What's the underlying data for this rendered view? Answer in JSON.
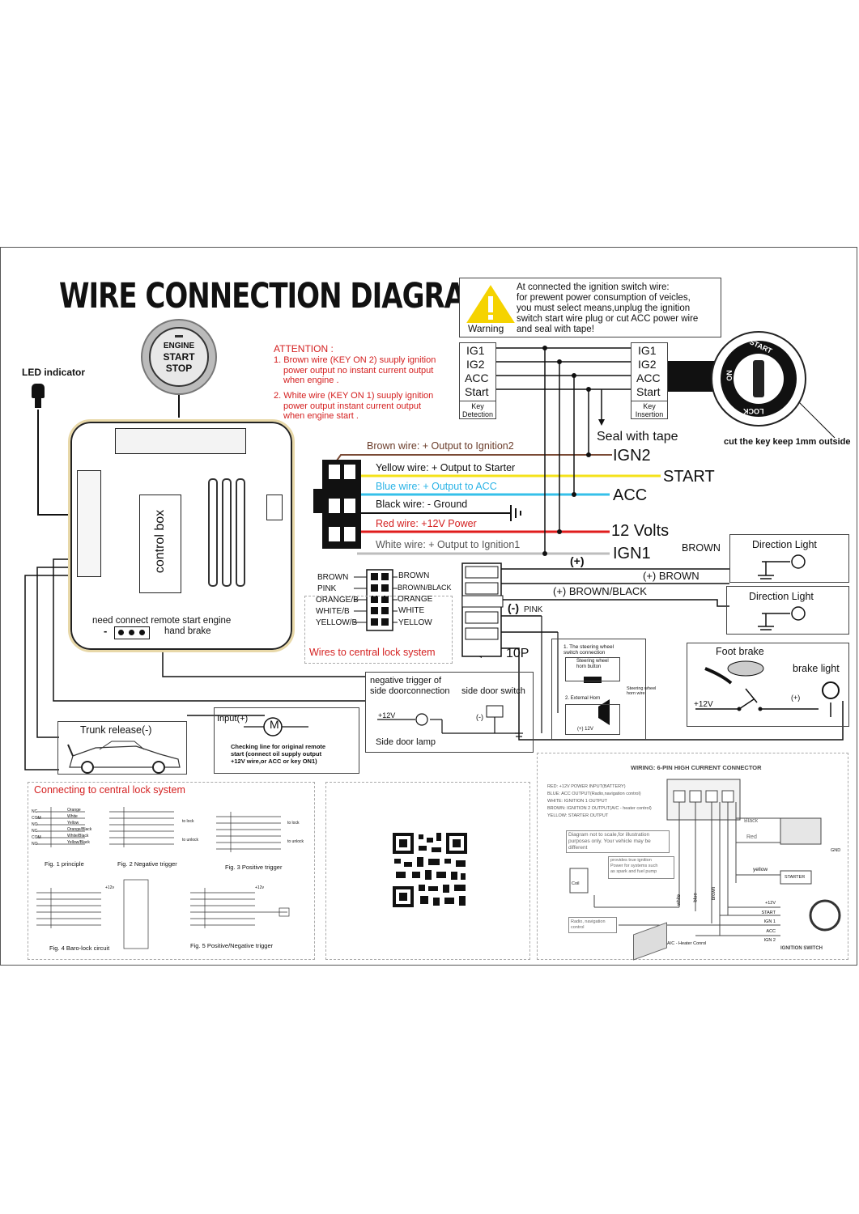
{
  "title": "WIRE CONNECTION DIAGRAM",
  "warning": {
    "label": "Warning",
    "lines": [
      "At connected the ignition switch wire:",
      "for prewent power consumption of veicles,",
      "you must select means,unplug the ignition",
      "switch start wire plug or cut ACC power wire",
      "and seal with tape!"
    ]
  },
  "button": {
    "l1": "ENGINE",
    "l2": "START",
    "l3": "STOP"
  },
  "led_indicator": "LED indicator",
  "attention": {
    "head": "ATTENTION :",
    "p1": [
      "1. Brown wire (KEY  ON 2) suuply ignition",
      "power output no instant current output",
      "when engine ."
    ],
    "p2": [
      "2. White wire (KEY  ON 1) suuply ignition",
      "power output  instant current output",
      "when engine start ."
    ]
  },
  "key_detection": {
    "rows": [
      "IG1",
      "IG2",
      "ACC",
      "Start"
    ],
    "caption": "Key Detection"
  },
  "key_insertion": {
    "rows": [
      "IG1",
      "IG2",
      "ACC",
      "Start"
    ],
    "caption": "Key Insertion"
  },
  "seal_with_tape": "Seal with tape",
  "cut_key": "cut the key keep 1mm outside",
  "lock": {
    "start": "START",
    "on": "ON",
    "lock": "LOCK"
  },
  "control_box": {
    "label": "control box",
    "remote": "need connect remote start engine",
    "hand_brake": "hand brake",
    "minus": "-"
  },
  "harness": {
    "brown": "Brown wire: + Output to Ignition2",
    "yellow": "Yellow wire: + Output to Starter",
    "blue": "Blue wire: + Output to ACC",
    "black": "Black wire: - Ground",
    "red": "Red wire: +12V Power",
    "white": "White wire: + Output to Ignition1"
  },
  "terminals": {
    "ign2": "IGN2",
    "start": "START",
    "acc": "ACC",
    "v12": "12 Volts",
    "ign1": "IGN1"
  },
  "lock_connector": {
    "left": [
      "BROWN",
      "PINK",
      "ORANGE/B",
      "WHITE/B",
      "YELLOW/B"
    ],
    "right": [
      "BROWN",
      "BROWN/BLACK",
      "ORANGE",
      "WHITE",
      "YELLOW"
    ],
    "caption": "Wires to central lock system"
  },
  "ten_p": "10P",
  "direction": {
    "plus": "(+)",
    "brown": "BROWN",
    "plus_brown": "(+)  BROWN",
    "plus_brown_black": "(+) BROWN/BLACK",
    "minus_pink_sign": "(-)",
    "pink": "PINK",
    "light1": "Direction Light",
    "light2": "Direction Light"
  },
  "foot_brake": {
    "title": "Foot brake",
    "brake_light": "brake light",
    "v": "+12V",
    "plus": "(+)"
  },
  "horn": {
    "t1": "1. The steering wheel",
    "t2": "switch connection",
    "sw": "Steering wheel",
    "hb": "horn button",
    "swhw": "Steering wheel",
    "hw": "horn wire",
    "t3": "2. External Horn",
    "v": "(+) 12V"
  },
  "door": {
    "t1": "negative trigger of",
    "t2": "side doorconnection",
    "t3": "side door switch",
    "v": "+12V",
    "minus": "(-)",
    "lamp": "Side door lamp"
  },
  "trunk": "Trunk release(-)",
  "input": {
    "label": "Input(+)",
    "m": "M",
    "n1": "Checking line for original remote",
    "n2": "start (connect oil supply output",
    "n3": "+12V wire,or ACC or key ON1)"
  },
  "central_lock": {
    "title": "Connecting to central lock system",
    "fig1": "Fig. 1  principle",
    "fig2": "Fig. 2  Negative trigger",
    "fig3": "Fig. 3  Positive trigger",
    "fig4": "Fig. 4  Baro-lock circuit",
    "fig5": "Fig. 5  Positive/Negative trigger",
    "pins": [
      "NC",
      "COM",
      "NO",
      "NC",
      "COM",
      "NO"
    ],
    "wires": [
      "Orange",
      "White",
      "Yellow",
      "Orange/Black",
      "White/Black",
      "Yellow/Black"
    ],
    "to_lock": "to lock",
    "to_unlock": "to unlock",
    "v12": "+12v"
  },
  "six_pin": {
    "title": "WIRING: 6-PIN HIGH CURRENT CONNECTOR",
    "legend": [
      "RED: +12V POWER INPUT(BATTERY)",
      "BLUE: ACC OUTPUT(Radio,navigation control)",
      "WHITE: IGNITION 1 OUTPUT",
      "BROWN: IGNITION 2 OUTPUT(A/C - heater control)",
      "YELLOW: STARTER OUTPUT"
    ],
    "note": [
      "Diagram not to scale,for illustration",
      "purposes only. Your vehicle may be",
      "different"
    ],
    "note2": [
      "provides true ignition",
      "Power for systems such",
      "as spark and fuel pump"
    ],
    "black": "Black",
    "red": "Red",
    "gnd": "GND",
    "yellow": "yellow",
    "starter": "STARTER",
    "coil": "Coil",
    "white": "white",
    "blue": "blue",
    "brown": "brown",
    "radio": [
      "Radio, navigation",
      "control"
    ],
    "ac": "A/C - Heater Conrol",
    "sw_rows": [
      "+12V",
      "START",
      "IGN 1",
      "ACC",
      "IGN 2"
    ],
    "ign_switch": "IGNITION SWITCH"
  },
  "colors": {
    "brown": "#7a4a35",
    "yellow": "#f4e21a",
    "blue": "#35c0ea",
    "black": "#111111",
    "red": "#e01c1c",
    "white_wire": "#bdbdbd",
    "accent_red": "#d42020"
  }
}
